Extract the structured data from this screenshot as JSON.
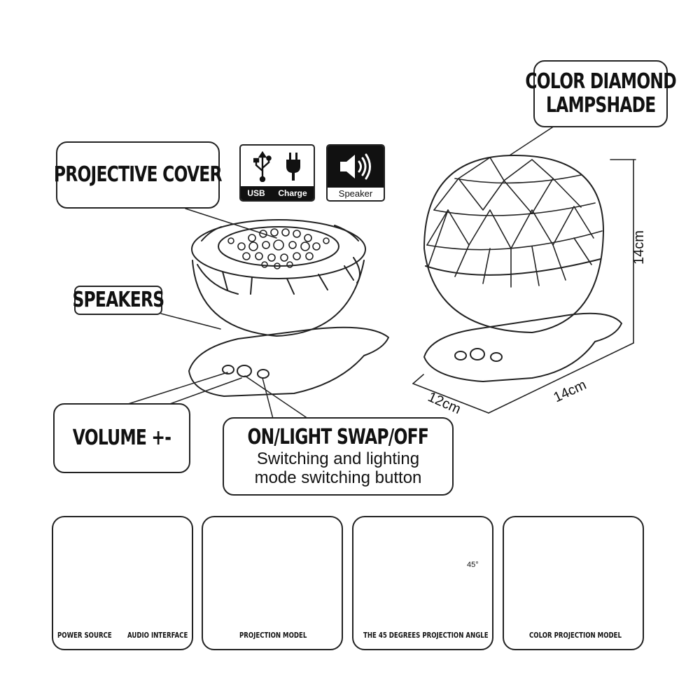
{
  "callouts": {
    "projective_cover": "PROJECTIVE COVER",
    "speakers": "SPEAKERS",
    "volume": "VOLUME +-",
    "on_off_title": "ON/LIGHT SWAP/OFF",
    "on_off_desc_line1": "Switching and lighting",
    "on_off_desc_line2": "mode switching button",
    "lampshade_line1": "COLOR DIAMOND",
    "lampshade_line2": "LAMPSHADE"
  },
  "badges": {
    "usb": "USB",
    "charge": "Charge",
    "speaker": "Speaker"
  },
  "dimensions": {
    "height": "14cm",
    "width": "14cm",
    "depth": "12cm"
  },
  "panels": {
    "p1_left": "POWER SOURCE",
    "p1_right": "AUDIO INTERFACE",
    "p2": "PROJECTION MODEL",
    "p3": "THE 45 DEGREES PROJECTION ANGLE",
    "p3_angle": "45°",
    "p4": "COLOR PROJECTION MODEL"
  },
  "colors": {
    "line": "#222222",
    "badge_dark": "#111111"
  }
}
